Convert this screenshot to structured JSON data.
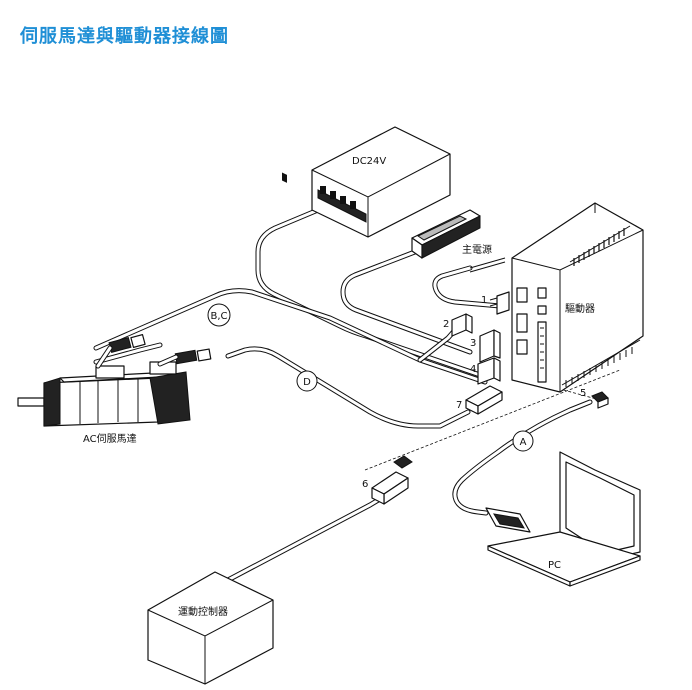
{
  "title": "伺服馬達與驅動器接線圖",
  "labels": {
    "dc24v": "DC24V",
    "main_power": "主電源",
    "driver": "驅動器",
    "ac_servo_motor": "AC伺服馬達",
    "pc": "PC",
    "motion_controller": "運動控制器"
  },
  "cable_tags": {
    "bc": "B,C",
    "d": "D",
    "a": "A"
  },
  "connector_numbers": {
    "n1": "1",
    "n2": "2",
    "n3": "3",
    "n4": "4",
    "n5": "5",
    "n6": "6",
    "n7": "7"
  },
  "colors": {
    "title": "#1f8fd6",
    "line": "#111111"
  }
}
